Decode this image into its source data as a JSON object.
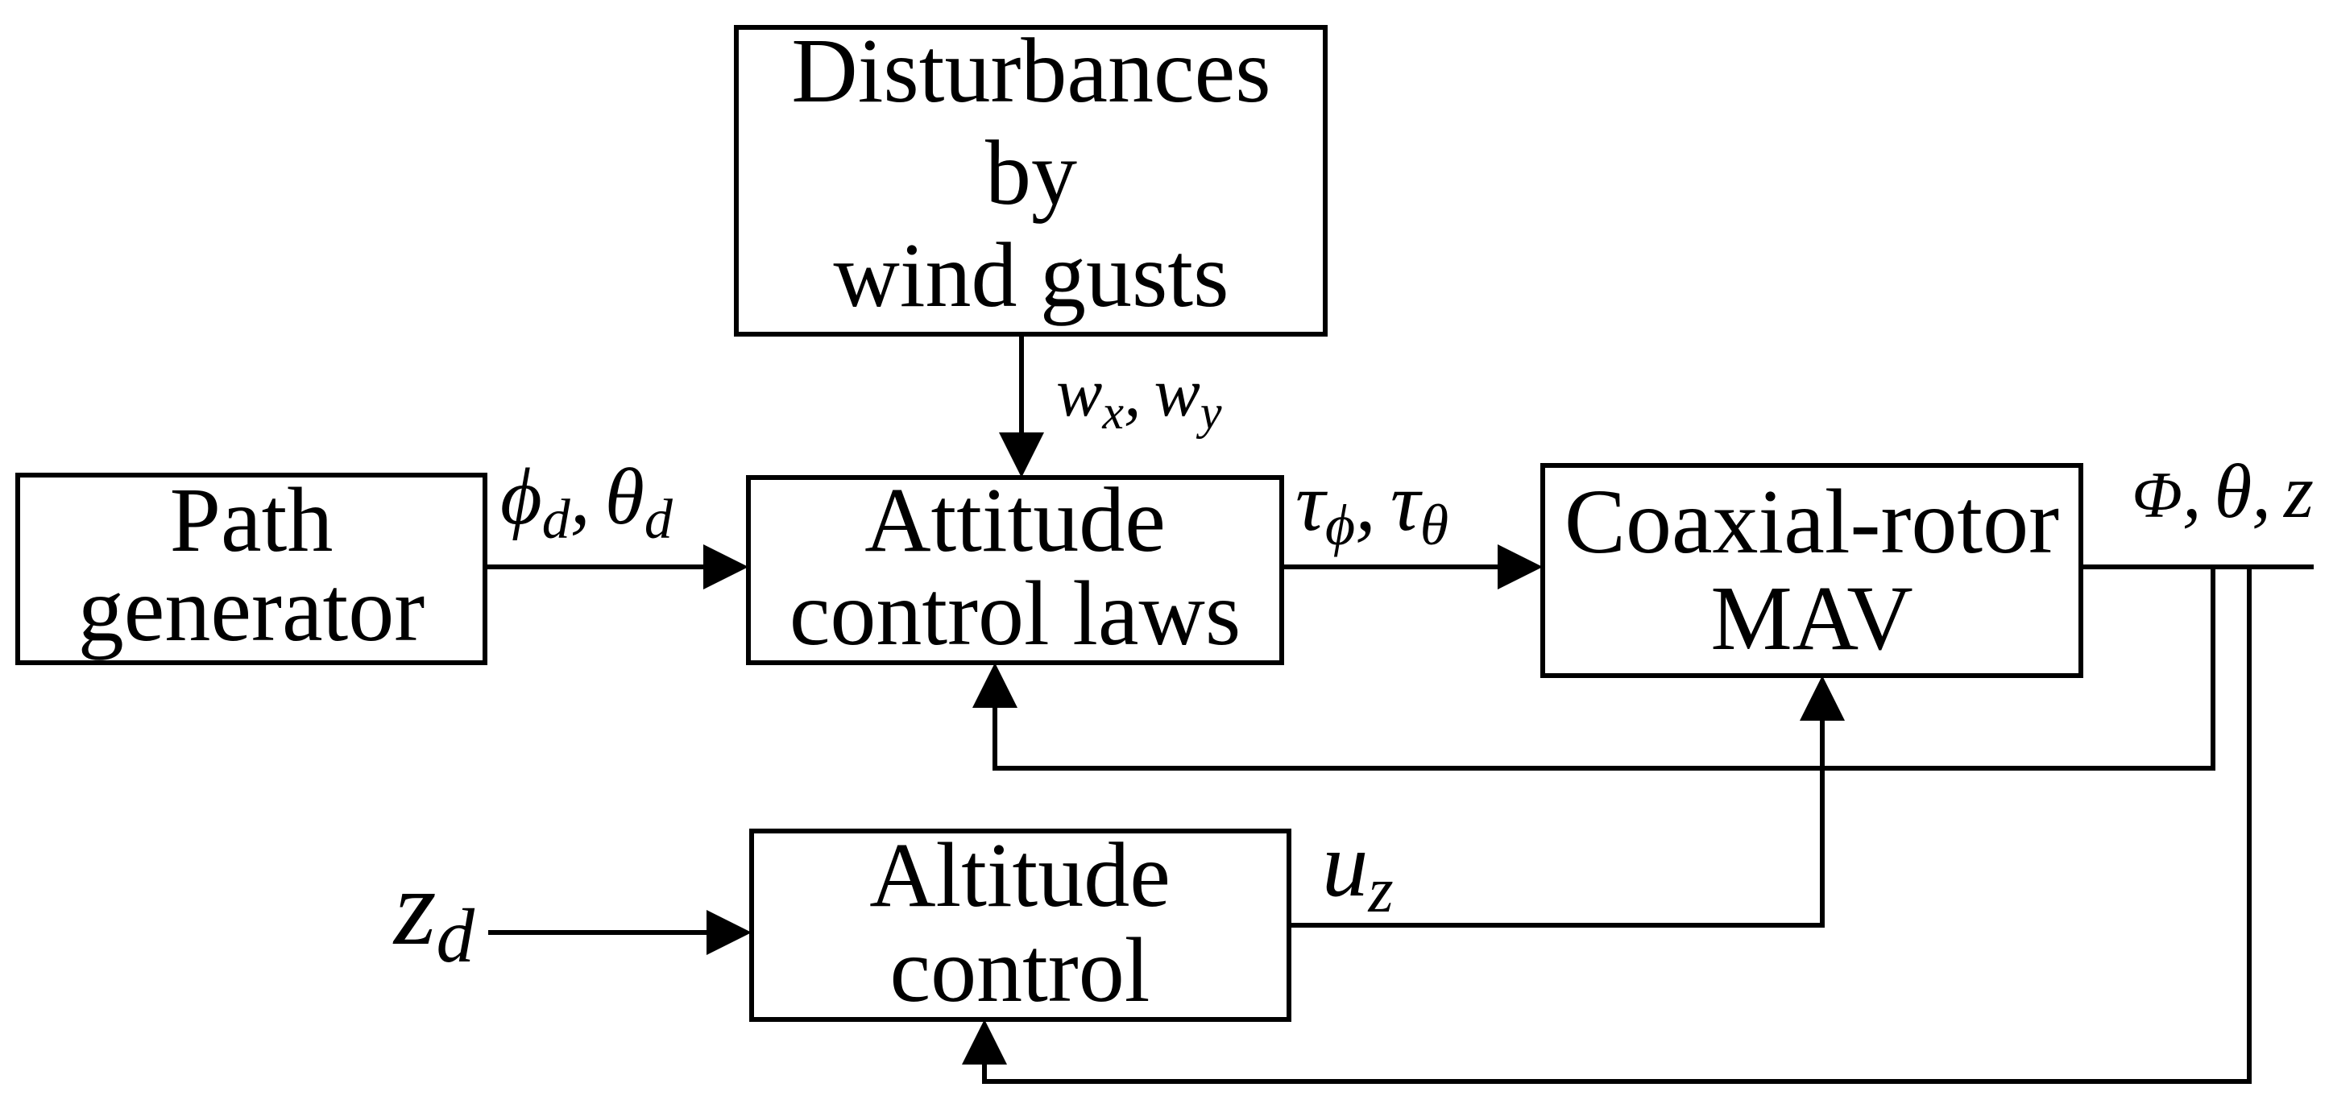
{
  "blocks": {
    "disturbances": {
      "lines": [
        "Disturbances",
        "by",
        "wind gusts"
      ]
    },
    "path_generator": {
      "lines": [
        "Path",
        "generator"
      ]
    },
    "attitude_control": {
      "lines": [
        "Attitude",
        "control laws"
      ]
    },
    "coaxial_mav": {
      "lines": [
        "Coaxial-rotor",
        "MAV"
      ]
    },
    "altitude_control": {
      "lines": [
        "Altitude",
        "control"
      ]
    }
  },
  "signals": {
    "wind": {
      "terms": [
        {
          "base": "w",
          "sub": "x"
        },
        {
          "base": "w",
          "sub": "y"
        }
      ],
      "sep": ","
    },
    "attitude_ref": {
      "terms": [
        {
          "base": "ϕ",
          "sub": "d"
        },
        {
          "base": "θ",
          "sub": "d"
        }
      ],
      "sep": ","
    },
    "torques": {
      "terms": [
        {
          "base": "τ",
          "sub": "ϕ"
        },
        {
          "base": "τ",
          "sub": "θ"
        }
      ],
      "sep": ","
    },
    "outputs": {
      "terms": [
        {
          "base": "Φ"
        },
        {
          "base": "θ"
        },
        {
          "base": "z"
        }
      ],
      "sep": ","
    },
    "altitude_ref": {
      "terms": [
        {
          "base": "z",
          "sub": "d"
        }
      ]
    },
    "thrust": {
      "terms": [
        {
          "base": "u",
          "sub": "z"
        }
      ]
    }
  },
  "colors": {
    "line": "#000000",
    "background": "#ffffff"
  }
}
